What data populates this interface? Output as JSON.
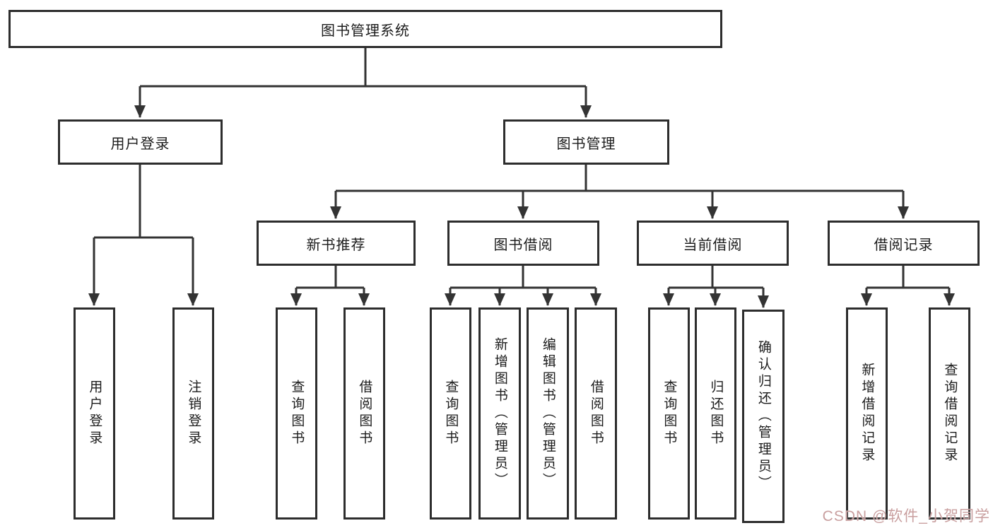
{
  "nodes": {
    "root": {
      "label": "图书管理系统"
    },
    "user_login": {
      "label": "用户登录"
    },
    "book_mgmt": {
      "label": "图书管理"
    },
    "new_book_rec": {
      "label": "新书推荐"
    },
    "book_borrow": {
      "label": "图书借阅"
    },
    "current_borrow": {
      "label": "当前借阅"
    },
    "borrow_records": {
      "label": "借阅记录"
    },
    "leaf_user_login": {
      "label": "用户登录"
    },
    "leaf_logout": {
      "label": "注销登录"
    },
    "leaf_nbr_query": {
      "label": "查询图书"
    },
    "leaf_nbr_borrow": {
      "label": "借阅图书"
    },
    "leaf_bb_query": {
      "label": "查询图书"
    },
    "leaf_bb_add": {
      "label": "新增图书（管理员）"
    },
    "leaf_bb_edit": {
      "label": "编辑图书（管理员）"
    },
    "leaf_bb_borrow": {
      "label": "借阅图书"
    },
    "leaf_cb_query": {
      "label": "查询图书"
    },
    "leaf_cb_return": {
      "label": "归还图书"
    },
    "leaf_cb_confirm": {
      "label": "确认归还（管理员）"
    },
    "leaf_br_add": {
      "label": "新增借阅记录"
    },
    "leaf_br_query": {
      "label": "查询借阅记录"
    }
  },
  "watermark": {
    "text": "CSDN @软件_小贺同学",
    "color": "#c69a9a"
  },
  "colors": {
    "line": "#333333",
    "box_border": "#2d2d2d",
    "text": "#1c1c1c",
    "background": "#ffffff"
  }
}
